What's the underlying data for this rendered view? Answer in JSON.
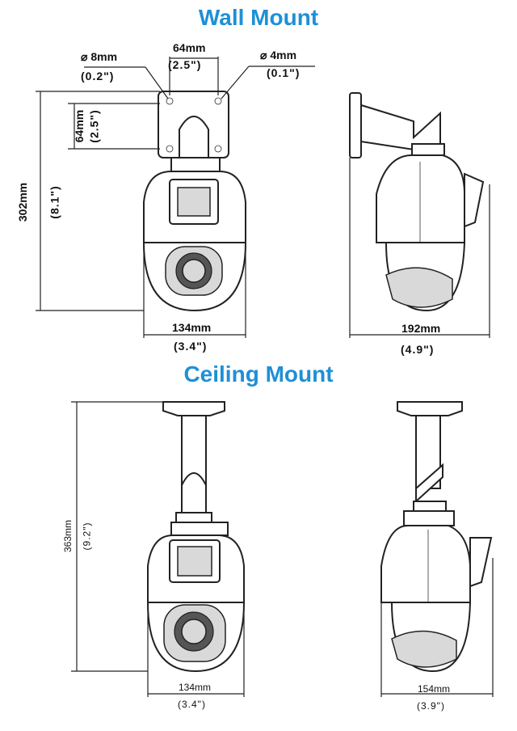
{
  "titles": {
    "wall": "Wall Mount",
    "ceiling": "Ceiling Mount"
  },
  "wall": {
    "hole_large_mm": "8mm",
    "hole_large_in": "(0.2\")",
    "hole_small_mm": "4mm",
    "hole_small_in": "(0.1\")",
    "bracket_width_mm": "64mm",
    "bracket_width_in": "(2.5\")",
    "bracket_height_mm": "64mm",
    "bracket_height_in": "(2.5\")",
    "height_mm": "302mm",
    "height_in": "(8.1\")",
    "width_mm": "134mm",
    "width_in": "(3.4\")",
    "depth_mm": "192mm",
    "depth_in": "(4.9\")"
  },
  "ceiling": {
    "height_mm": "363mm",
    "height_in": "(9.2\")",
    "width_mm": "134mm",
    "width_in": "(3.4\")",
    "depth_mm": "154mm",
    "depth_in": "(3.9\")"
  },
  "icons": {
    "diameter": "⌀"
  },
  "colors": {
    "title": "#1e90d6",
    "line": "#222222"
  }
}
